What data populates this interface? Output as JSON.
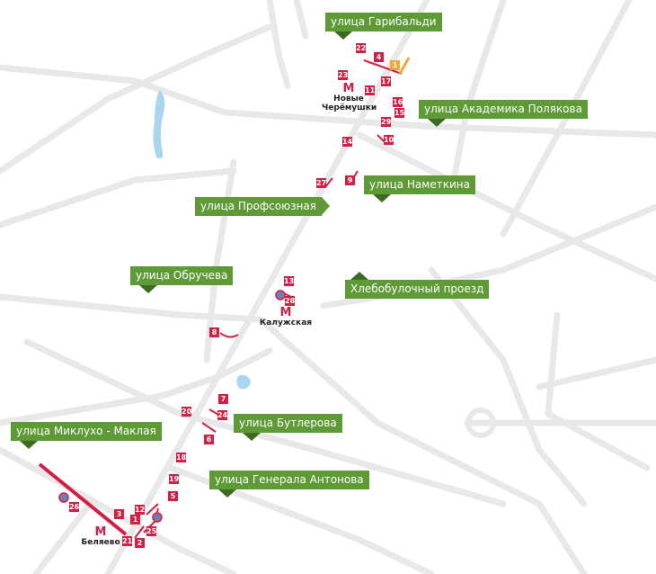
{
  "streets": {
    "garibaldi": "улица Гарибальди",
    "polyakova": "улица Академика Полякова",
    "nametkina": "улица Наметкина",
    "profsoyuznaya": "улица Профсоюзная",
    "obrucheva": "улица Обручева",
    "khlebobulochny": "Хлебобулочный проезд",
    "butlerova": "улица Бутлерова",
    "antonova": "улица Генерала Антонова",
    "miklukho": "улица Миклухо - Маклая"
  },
  "metro": {
    "symbol": "М",
    "novye_cheryomushki": "Новые Черёмушки",
    "kaluzhskaya": "Калужская",
    "belyaevo": "Беляево"
  },
  "markers": [
    "22",
    "4",
    "1",
    "23",
    "17",
    "11",
    "16",
    "15",
    "29",
    "10",
    "14",
    "9",
    "27",
    "13",
    "28",
    "8",
    "7",
    "20",
    "24",
    "6",
    "18",
    "19",
    "5",
    "12",
    "3",
    "1",
    "25",
    "21",
    "2",
    "26"
  ],
  "colors": {
    "marker": "#d41f45",
    "highlight": "#f0a83a",
    "label": "#5e9a36",
    "water": "#a9d5f0",
    "road": "#e8e8e8"
  }
}
